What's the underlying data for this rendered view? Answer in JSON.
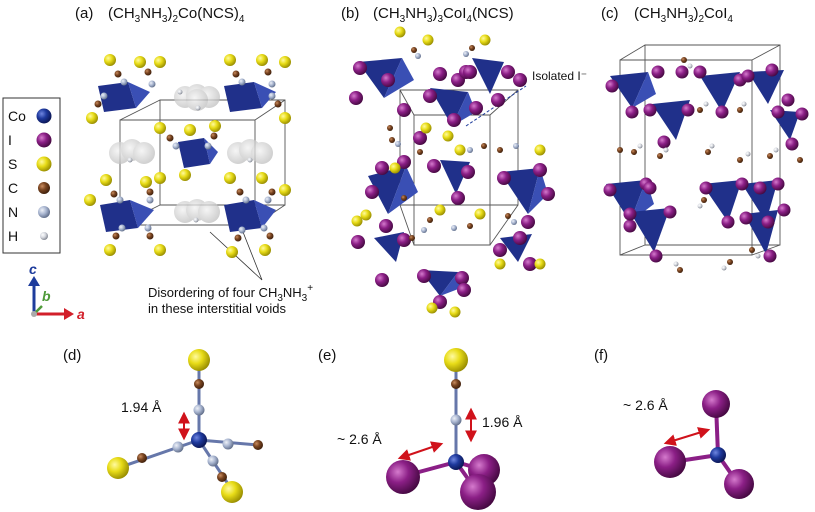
{
  "panels": {
    "a": {
      "tag": "(a)",
      "formula": [
        [
          "(CH",
          ""
        ],
        [
          "3",
          "sub"
        ],
        [
          "NH",
          ""
        ],
        [
          "3",
          "sub"
        ],
        [
          ")",
          ""
        ],
        [
          "2",
          "sub"
        ],
        [
          "Co(NCS)",
          ""
        ],
        [
          "4",
          "sub"
        ]
      ]
    },
    "b": {
      "tag": "(b)",
      "formula": [
        [
          "(CH",
          ""
        ],
        [
          "3",
          "sub"
        ],
        [
          "NH",
          ""
        ],
        [
          "3",
          "sub"
        ],
        [
          ")",
          ""
        ],
        [
          "3",
          "sub"
        ],
        [
          "CoI",
          ""
        ],
        [
          "4",
          "sub"
        ],
        [
          "(NCS)",
          ""
        ]
      ]
    },
    "c": {
      "tag": "(c)",
      "formula": [
        [
          "(CH",
          ""
        ],
        [
          "3",
          "sub"
        ],
        [
          "NH",
          ""
        ],
        [
          "3",
          "sub"
        ],
        [
          ")",
          ""
        ],
        [
          "2",
          "sub"
        ],
        [
          "CoI",
          ""
        ],
        [
          "4",
          "sub"
        ]
      ]
    },
    "d": {
      "tag": "(d)",
      "distance": "1.94 Å"
    },
    "e": {
      "tag": "(e)",
      "distance_short": "1.96 Å",
      "distance_long": "~ 2.6 Å"
    },
    "f": {
      "tag": "(f)",
      "distance": "~ 2.6 Å"
    }
  },
  "legend": {
    "items": [
      {
        "label": "Co",
        "color": "#1a2f8a"
      },
      {
        "label": "I",
        "color": "#8b1f86"
      },
      {
        "label": "S",
        "color": "#e8dc17"
      },
      {
        "label": "C",
        "color": "#7a4521"
      },
      {
        "label": "N",
        "color": "#a7b4cf"
      },
      {
        "label": "H",
        "color": "#c9ccd4"
      }
    ]
  },
  "annotations": {
    "isolated_iodide": "Isolated I⁻",
    "disorder_line1_parts": [
      [
        "Disordering of four CH",
        ""
      ],
      [
        "3",
        "sub"
      ],
      [
        "NH",
        ""
      ],
      [
        "3",
        "sub"
      ],
      [
        "+",
        "sup"
      ]
    ],
    "disorder_line2": "in these interstitial voids"
  },
  "axes": {
    "c": "c",
    "b": "b",
    "a": "a",
    "c_color": "#1e3c9c",
    "b_color": "#4f9a3a",
    "a_color": "#d21f2a"
  },
  "arrow_color": "#d0121b"
}
